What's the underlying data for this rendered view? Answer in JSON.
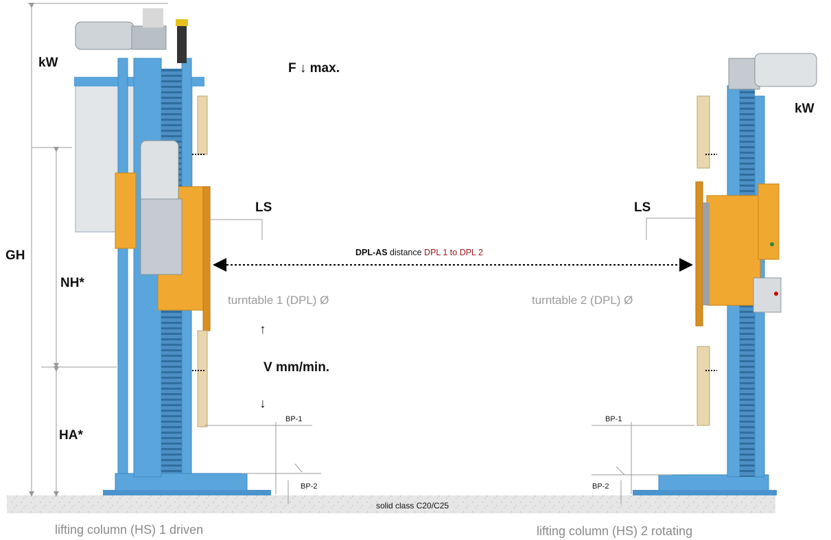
{
  "labels": {
    "kw_left": "kW",
    "kw_right": "kW",
    "force": "F ↓ max.",
    "ls_left": "LS",
    "ls_right": "LS",
    "gh": "GH",
    "nh": "NH*",
    "ha": "HA*",
    "dpl_as_bold": "DPL-AS",
    "dpl_as_mid": " distance ",
    "dpl_as_red": "DPL 1 to DPL 2",
    "turntable1": "turntable 1 (DPL)  Ø",
    "turntable2": "turntable 2 (DPL) Ø",
    "speed_up": "↑",
    "speed": "V  mm/min.",
    "speed_down": "↓",
    "bp1_left": "BP-1",
    "bp2_left": "BP-2",
    "bp1_right": "BP-1",
    "bp2_right": "BP-2",
    "floor": "solid class C20/C25",
    "caption_left": "lifting column (HS) 1 driven",
    "caption_right": "lifting column (HS) 2 rotating"
  },
  "colors": {
    "column_blue": "#5aa6dc",
    "column_blue_dark": "#3f88c2",
    "turntable_orange": "#f0a830",
    "turntable_dark": "#c98418",
    "motor_gray": "#cfd4d8",
    "dpl_red": "#a01818",
    "floor": "#e4e4e4"
  }
}
